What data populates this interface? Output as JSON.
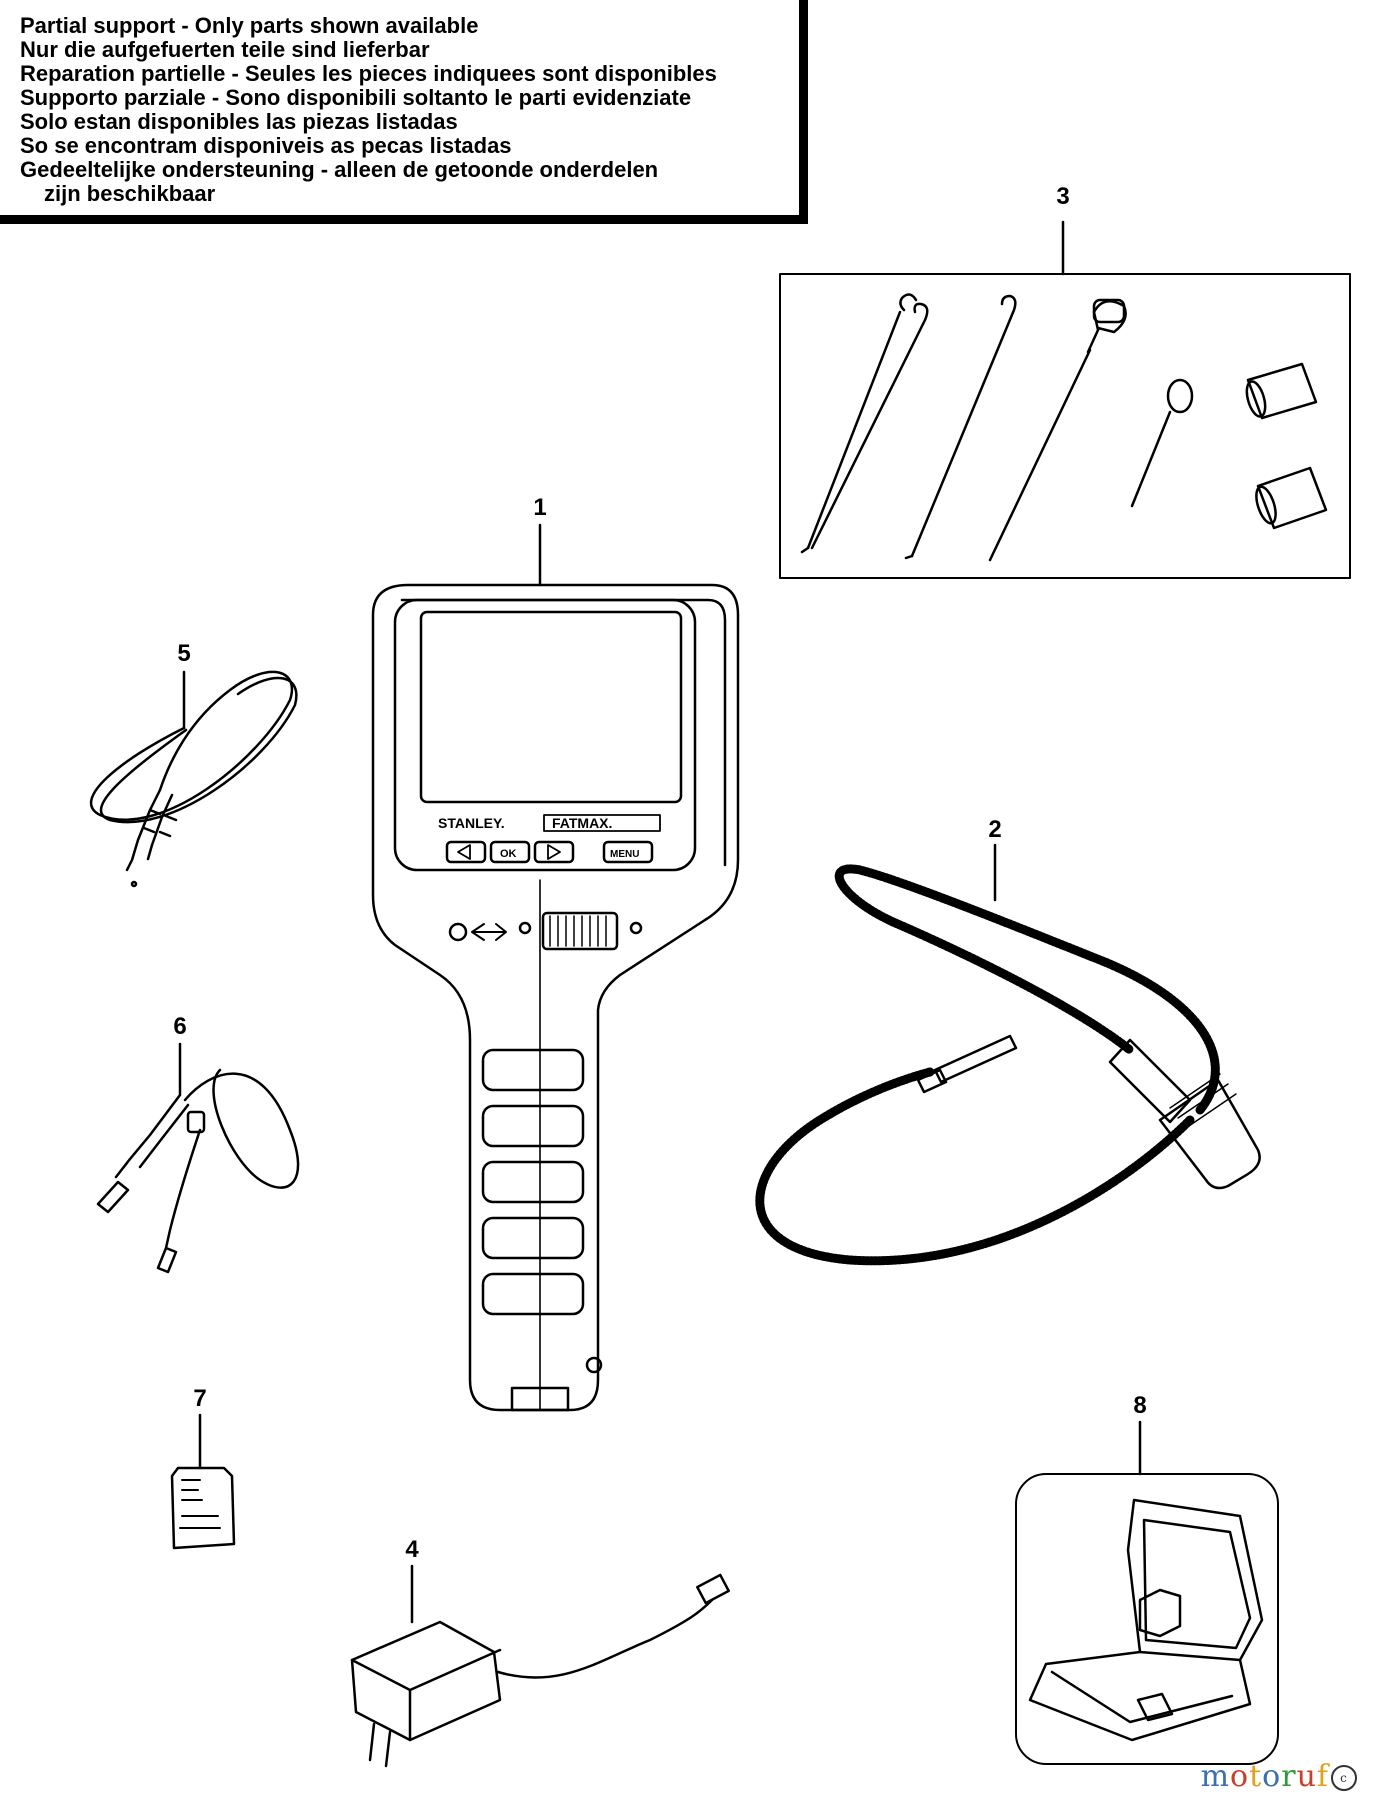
{
  "notice": {
    "lines": [
      "Partial support - Only parts shown available",
      "Nur die aufgefuerten teile sind lieferbar",
      "Reparation partielle - Seules les pieces indiquees sont disponibles",
      "Supporto parziale - Sono disponibili soltanto le parti evidenziate",
      "Solo estan disponibles las piezas listadas",
      "So se encontram disponiveis as pecas listadas",
      "Gedeeltelijke ondersteuning - alleen de getoonde onderdelen",
      "zijn beschikbaar"
    ]
  },
  "parts": {
    "p1": "1",
    "p2": "2",
    "p3": "3",
    "p4": "4",
    "p5": "5",
    "p6": "6",
    "p7": "7",
    "p8": "8"
  },
  "device": {
    "brand": "STANLEY.",
    "model": "FATMAX.",
    "ok_label": "OK",
    "menu_label": "MENU"
  },
  "watermark": {
    "text": "motoruf",
    "badge": "c"
  }
}
